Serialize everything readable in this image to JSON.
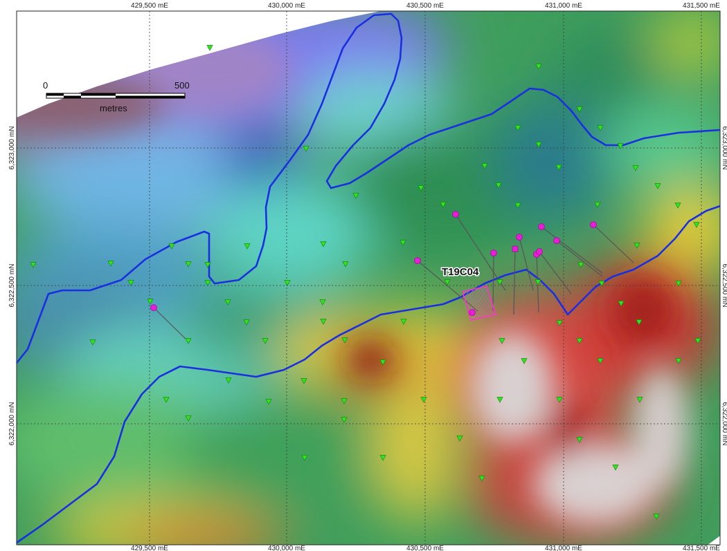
{
  "colors": {
    "contour_line": "#1a2fe0",
    "station": "#2fe51c",
    "collar": "#e61fd6",
    "grid_line": "#3a3a3a",
    "hull": "#ffffff"
  },
  "axes": {
    "x_ticks_top": [
      "429,500 mE",
      "430,000 mE",
      "430,500 mE",
      "431,000 mE",
      "431,500 mE"
    ],
    "x_ticks_bottom": [
      "429,500 mE",
      "430,000 mE",
      "430,500 mE",
      "431,000 mE",
      "431,500 mE"
    ],
    "y_ticks_left": [
      "6,323,000 mN",
      "6,322,500 mN",
      "6,322,000 mN"
    ],
    "y_ticks_right": [
      "6,323,000 mN",
      "6,322,500 mN",
      "6,322,000 mN"
    ]
  },
  "scalebar": {
    "start_label": "0",
    "end_label": "500",
    "unit_label": "metres"
  },
  "annotation": {
    "target_label": "T19C04"
  },
  "legend_icons": {
    "station_marker": "inverted-triangle-icon",
    "collar_marker": "circle-icon"
  }
}
